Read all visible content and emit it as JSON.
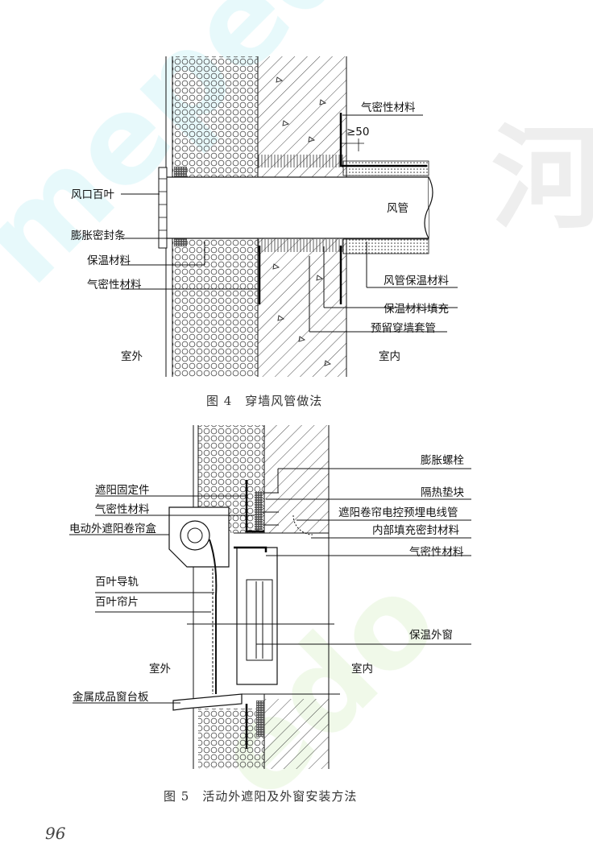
{
  "figure4": {
    "caption": "图 4　穿墙风管做法",
    "labels": {
      "airtight_top": "气密性材料",
      "gap": "≥50",
      "louver": "风口百叶",
      "duct": "风管",
      "seal_strip": "膨胀密封条",
      "insulation": "保温材料",
      "airtight_left": "气密性材料",
      "duct_insulation": "风管保温材料",
      "insulation_fill": "保温材料填充",
      "sleeve": "预留穿墙套管",
      "outdoor": "室外",
      "indoor": "室内"
    }
  },
  "figure5": {
    "caption": "图 5　活动外遮阳及外窗安装方法",
    "labels": {
      "expansion_bolt": "膨胀螺栓",
      "shade_fixing": "遮阳固定件",
      "thermal_pad": "隔热垫块",
      "airtight_1": "气密性材料",
      "conduit": "遮阳卷帘电控预埋电线管",
      "shade_box": "电动外遮阳卷帘盒",
      "inner_fill": "内部填充密封材料",
      "airtight_2": "气密性材料",
      "louver_rail": "百叶导轨",
      "louver_slat": "百叶帘片",
      "window": "保温外窗",
      "outdoor": "室外",
      "indoor": "室内",
      "sill": "金属成品窗台板"
    }
  },
  "page_number": "96",
  "watermark": "mepedo.com 河"
}
